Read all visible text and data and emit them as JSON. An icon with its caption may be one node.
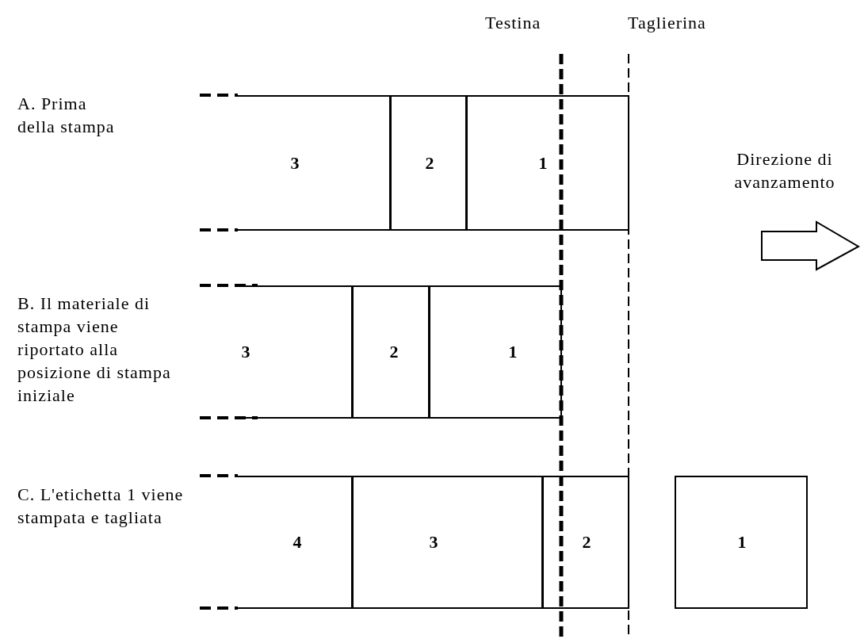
{
  "diagram": {
    "nodes": [
      {
        "text": [
          "3"
        ]
      },
      {
        "text": [
          "2"
        ]
      },
      {
        "text": [
          "1"
        ]
      },
      {
        "text": [
          "3"
        ]
      },
      {
        "text": [
          "2"
        ]
      },
      {
        "text": [
          "1"
        ]
      },
      {
        "text": [
          "4"
        ]
      },
      {
        "text": [
          "3"
        ]
      },
      {
        "text": [
          "2"
        ]
      },
      {
        "text": [
          "1"
        ]
      }
    ],
    "edges": [],
    "labels": [
      "Testina",
      "Taglierina",
      "A. Prima della stampa",
      "Direzione di avanzamento",
      "B. Il materiale di stampa viene riportato alla posizione di stampa iniziale",
      "C. L'etichetta 1 viene stampata e tagliata"
    ]
  }
}
